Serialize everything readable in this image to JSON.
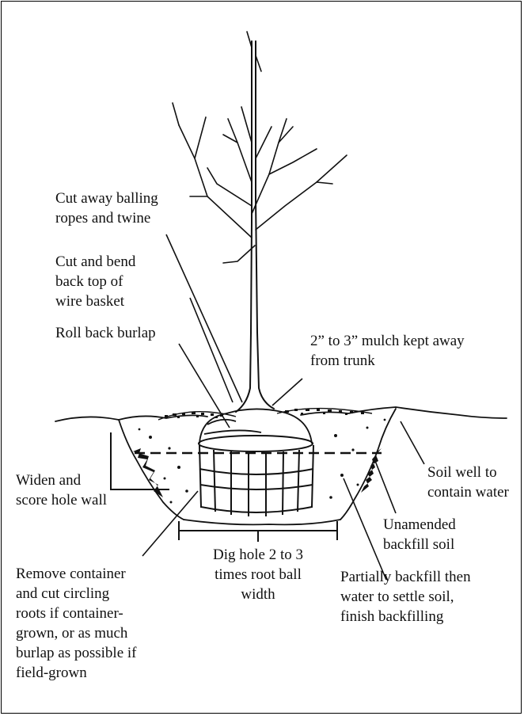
{
  "labels": {
    "ropes": "Cut away balling\nropes and twine",
    "wire": "Cut and bend\nback top of\nwire basket",
    "burlap": "Roll back burlap",
    "mulch": "2” to 3” mulch kept away\nfrom trunk",
    "widen": "Widen and\nscore hole wall",
    "soil_well": "Soil well to\ncontain water",
    "unamended": "Unamended\nbackfill soil",
    "dig": "Dig hole 2 to 3\ntimes root ball\nwidth",
    "remove": "Remove container\nand cut circling\nroots if container-\ngrown, or as much\nburlap as possible if\nfield-grown",
    "partial": "Partially backfill then\nwater to settle soil,\nfinish backfilling"
  }
}
